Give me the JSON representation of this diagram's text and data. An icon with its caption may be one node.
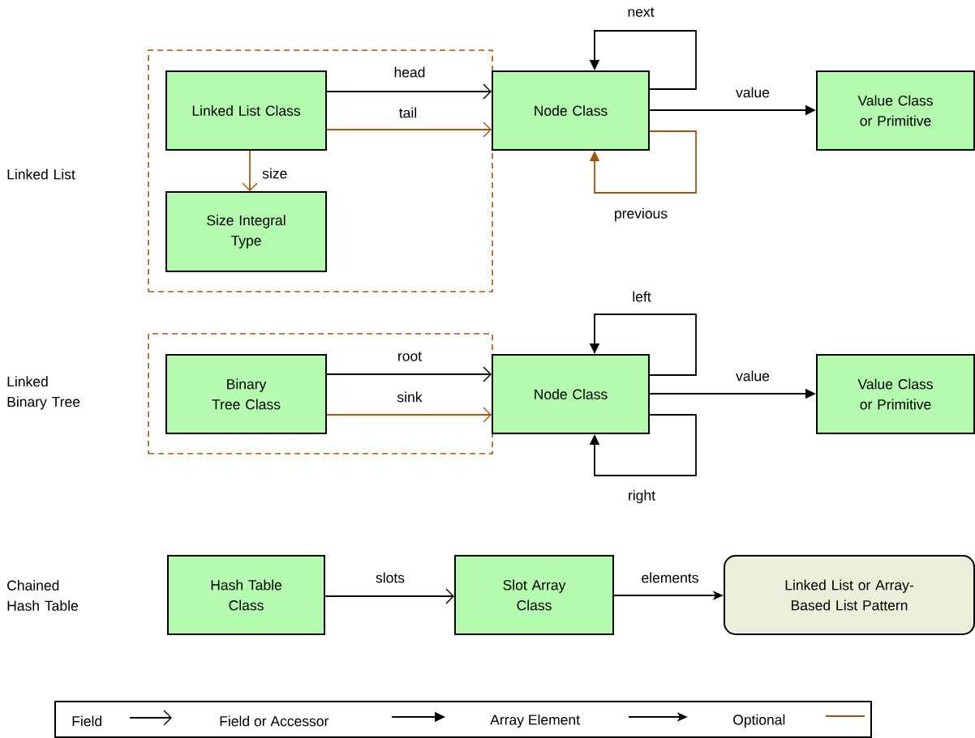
{
  "diagram": {
    "nodes": [
      {
        "text": [],
        "shape": "box"
      },
      {
        "text": [
          "Linked List Class"
        ],
        "in": 0
      },
      {
        "text": [
          "Size Integral Type"
        ],
        "in": 0
      },
      {
        "text": [
          "Node Class"
        ]
      },
      {
        "text": [
          "Value Class or Primitive"
        ]
      },
      {
        "text": [],
        "shape": "box"
      },
      {
        "text": [
          "Binary Tree Class"
        ],
        "in": 5
      },
      {
        "text": [
          "Node Class"
        ]
      },
      {
        "text": [
          "Value Class or Primitive"
        ]
      },
      {
        "text": [
          "Hash Table Class"
        ]
      },
      {
        "text": [
          "Slot Array Class"
        ]
      },
      {
        "text": [
          "Linked List or Array-Based List Pattern"
        ]
      }
    ],
    "edges": [
      {
        "from": 1,
        "to": 3,
        "arrow": "to",
        "label": "head"
      },
      {
        "from": 1,
        "to": 3,
        "arrow": "to",
        "label": "tail",
        "color": "#a5540a"
      },
      {
        "from": 1,
        "to": 2,
        "arrow": "to",
        "label": "size",
        "color": "#a5540a"
      },
      {
        "from": 3,
        "to": 3,
        "arrow": "to",
        "label": "next"
      },
      {
        "from": 3,
        "to": 4,
        "arrow": "to",
        "label": "value"
      },
      {
        "from": 3,
        "to": 3,
        "arrow": "to",
        "label": "previous",
        "color": "#a5540a"
      },
      {
        "from": 6,
        "to": 7,
        "arrow": "to",
        "label": "root"
      },
      {
        "from": 6,
        "to": 7,
        "arrow": "to",
        "label": "sink",
        "color": "#a5540a"
      },
      {
        "from": 7,
        "to": 7,
        "arrow": "to",
        "label": "left"
      },
      {
        "from": 7,
        "to": 8,
        "arrow": "to",
        "label": "value"
      },
      {
        "from": 7,
        "to": 7,
        "arrow": "to",
        "label": "right"
      },
      {
        "from": 9,
        "to": 10,
        "arrow": "to",
        "label": "slots"
      },
      {
        "from": 10,
        "to": 11,
        "arrow": "to",
        "label": "elements"
      }
    ],
    "labels": [
      "Linked List",
      "Linked Binary Tree",
      "Chained Hash Table"
    ],
    "legend": [
      {
        "text": "Field"
      },
      {
        "text": "Field or Accessor"
      },
      {
        "text": "Array Element"
      },
      {
        "text": "Optional"
      }
    ]
  }
}
